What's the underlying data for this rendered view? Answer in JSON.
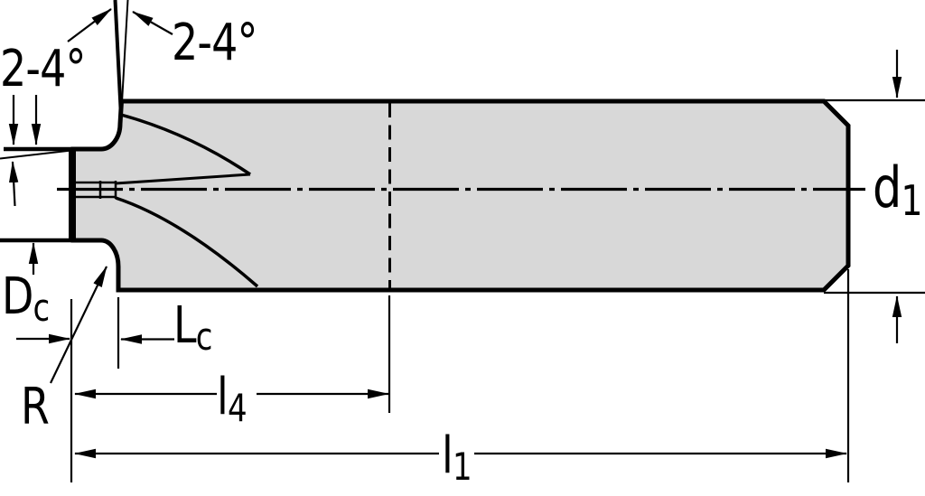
{
  "diagram": {
    "title": "corner-radius end mill side-view technical drawing",
    "colors": {
      "background": "#ffffff",
      "line": "#000000",
      "body_fill": "#d8d8d8"
    },
    "labels": {
      "rake_angle_top": "2-4°",
      "dish_angle_left": "2-4°",
      "cutting_diameter": {
        "base": "D",
        "sub": "c"
      },
      "corner_radius": "R",
      "cutting_edge_length": {
        "base": "L",
        "sub": "c"
      },
      "reach_length": {
        "base": "l",
        "sub": "4"
      },
      "overall_length": {
        "base": "l",
        "sub": "1"
      },
      "shank_diameter": {
        "base": "d",
        "sub": "1"
      }
    }
  }
}
